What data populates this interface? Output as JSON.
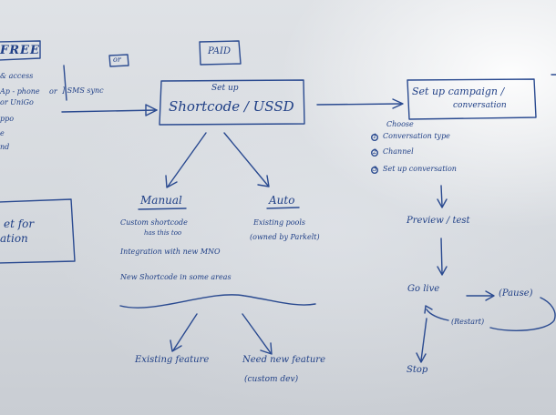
{
  "whiteboard": {
    "left_column": {
      "free_box": "FREE",
      "note_1": "& access",
      "note_2": "Ap - phone",
      "or_inline": "or",
      "bracket_note": "] SMS sync",
      "note_3": "or UniGo",
      "note_4": "ppo",
      "note_5": "e",
      "note_6": "nd",
      "partial_box_line1": "et  for",
      "partial_box_line2": "ation"
    },
    "or_box": "or",
    "paid_box": "PAID",
    "main_box": {
      "line1": "Set up",
      "line2": "Shortcode / USSD"
    },
    "branches": {
      "manual": {
        "title": "Manual",
        "items": [
          "Custom shortcode",
          "has this too",
          "Integration with new MNO",
          "New Shortcode in some areas"
        ]
      },
      "auto": {
        "title": "Auto",
        "line1": "Existing pools",
        "line2": "(owned by Parkelt)"
      }
    },
    "bottom": {
      "left": "Existing feature",
      "right_line1": "Need new feature",
      "right_line2": "(custom dev)"
    },
    "right_column": {
      "campaign_box_line1": "Set up campaign /",
      "campaign_box_line2": "conversation",
      "choose": "Choose",
      "steps": [
        {
          "num": "1",
          "text": "Conversation type"
        },
        {
          "num": "2",
          "text": "Channel"
        },
        {
          "num": "3",
          "text": "Set up conversation"
        }
      ],
      "preview": "Preview / test",
      "go_live": "Go live",
      "pause": "(Pause)",
      "restart": "(Restart)",
      "stop": "Stop"
    }
  },
  "colors": {
    "ink": "#1f3f86",
    "board": "#dadde2"
  }
}
